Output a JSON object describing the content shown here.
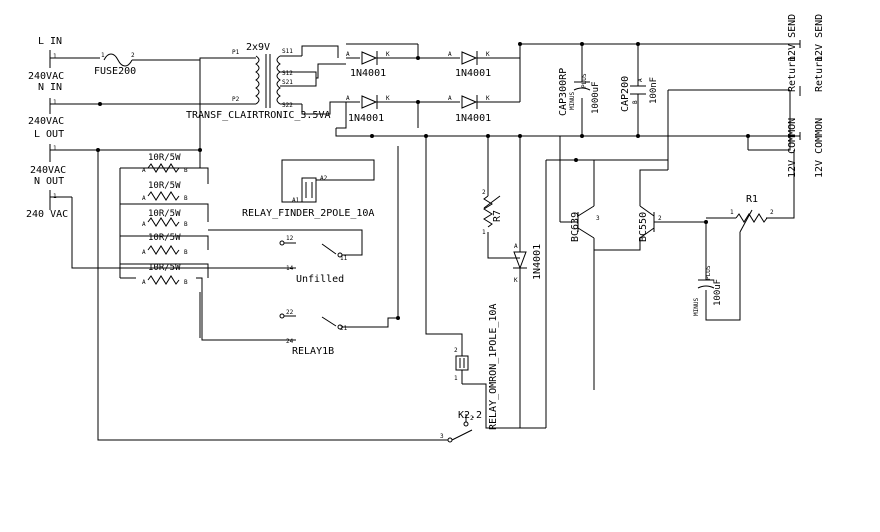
{
  "terminals": {
    "l_in": "L IN",
    "n_in": "N IN",
    "v240_1": "240VAC",
    "v240_2": "240VAC",
    "l_out": "L OUT",
    "v240_3": "240VAC",
    "n_out": "N OUT",
    "v240_out": "240 VAC",
    "pin_1a": "1",
    "pin_1b": "1",
    "pin_1c": "1",
    "pin_1d": "1"
  },
  "fuse": {
    "label": "FUSE200",
    "pin1": "1",
    "pin2": "2"
  },
  "transformer": {
    "label": "TRANSF_CLAIRTRONIC_3.5VA",
    "voltage": "2x9V",
    "p1": "P1",
    "p2": "P2",
    "s11": "S11",
    "s12": "S12",
    "s21": "S21",
    "s22": "S22"
  },
  "diodes": {
    "d1": "1N4001",
    "d2": "1N4001",
    "d3": "1N4001",
    "d4": "1N4001",
    "d5": "1N4001",
    "a": "A",
    "k": "K"
  },
  "caps": {
    "cap300": "CAP300RP",
    "cap300_value": "1000uF",
    "cap300_plus": "PLUS",
    "cap300_minus": "MINUS",
    "cap200": "CAP200",
    "cap200_value": "100nF",
    "cap_small_value": "100uF",
    "cap_small_plus": "PLUS",
    "cap_small_minus": "MINUS",
    "pin_b": "B",
    "pin_a": "A"
  },
  "outputs": {
    "send_top": "12V SEND",
    "send_top_2": "12V SEND",
    "return_1": "Return",
    "return_2": "Return",
    "common_1": "12V COMMON",
    "common_2": "12V COMMON"
  },
  "resistors": {
    "r_label": "10R/5W",
    "r7": "R7",
    "r1": "R1",
    "r1_pin1": "1",
    "r1_pin2": "2",
    "r7_pin1": "1",
    "r7_pin2": "2",
    "pin_a": "A",
    "pin_b": "B"
  },
  "transistors": {
    "q1": "BC639",
    "q2": "BC550",
    "pin3": "3",
    "pin2": "2"
  },
  "relays": {
    "finder": "RELAY_FINDER_2POLE_10A",
    "finder_a1": "A1",
    "finder_a2": "A2",
    "unfilled": "Unfilled",
    "pin12": "12",
    "pin11": "11",
    "pin14": "14",
    "relay1b": "RELAY1B",
    "pin22": "22",
    "pin21": "21",
    "pin24": "24",
    "omron": "RELAY_OMRON_1POLE_10A",
    "omron_pin1": "1",
    "omron_pin2": "2",
    "k22": "K2.2",
    "k22_pin3": "3",
    "k22_pin2": "2"
  }
}
